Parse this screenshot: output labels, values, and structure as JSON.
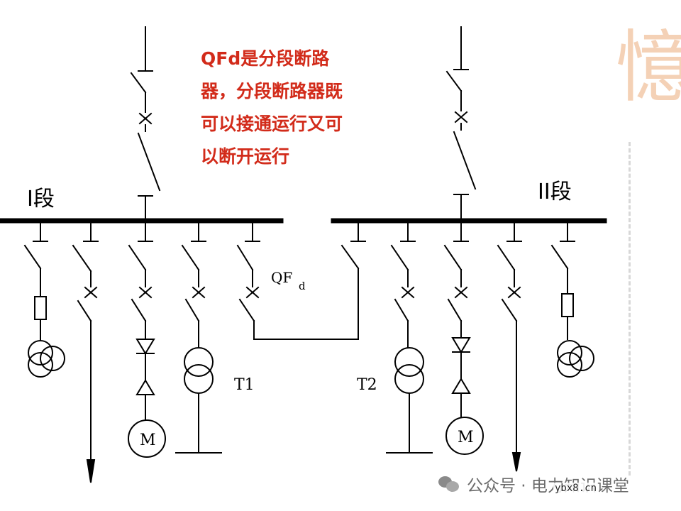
{
  "annotation": {
    "lines": [
      "QFd是分段断路",
      "器，分段断路器既",
      "可以接通运行又可",
      "以断开运行"
    ],
    "color": "#d22b1a"
  },
  "labels": {
    "section_1": "I段",
    "section_2": "II段",
    "breaker_main": "QF",
    "breaker_sub": "d",
    "transformer_1": "T1",
    "transformer_2": "T2",
    "motor_1": "M",
    "motor_2": "M"
  },
  "watermark": {
    "text": "公众号 · 电力知识课堂",
    "url": "ybx8.cn"
  },
  "decoration": {
    "glyph": "憶"
  }
}
